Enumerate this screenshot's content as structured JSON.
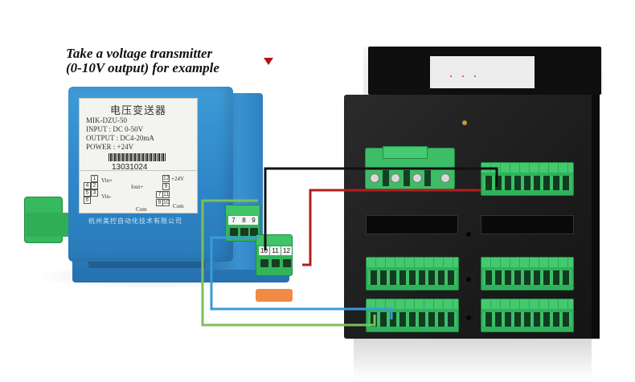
{
  "caption": {
    "line1": "Take a voltage transmitter",
    "line2": "(0-10V output) for example"
  },
  "transmitter": {
    "title": "电压变送器",
    "model": "MIK-DZU-50",
    "input": "INPUT   : DC 0-50V",
    "output": "OUTPUT : DC4-20mA",
    "power": "POWER   : +24V",
    "serial": "13031024",
    "vin_plus": "Vin+",
    "vin_minus": "Vin-",
    "iout_plus": "Iout+",
    "com_left": "Com",
    "com_right": "Com",
    "plus24v": "+24V",
    "company": "杭州美控自动化技术有限公司",
    "pins_left": [
      "1",
      "2",
      "3",
      "4",
      "5",
      "6"
    ],
    "pins_right": [
      "12",
      "9",
      "7",
      "11",
      "8",
      "10"
    ],
    "terminal_top": [
      "7",
      "8",
      "9"
    ],
    "terminal_bottom": [
      "10",
      "11",
      "12"
    ]
  },
  "wires": {
    "black": "#111111",
    "red": "#b21e1e",
    "green": "#7cbf5a",
    "blue": "#3a9ad8"
  },
  "colors": {
    "accent_arrow": "#b3121c",
    "transmitter_blue": "#2f86c8",
    "terminal_green": "#33b45a",
    "controller_black": "#1c1c1c"
  }
}
